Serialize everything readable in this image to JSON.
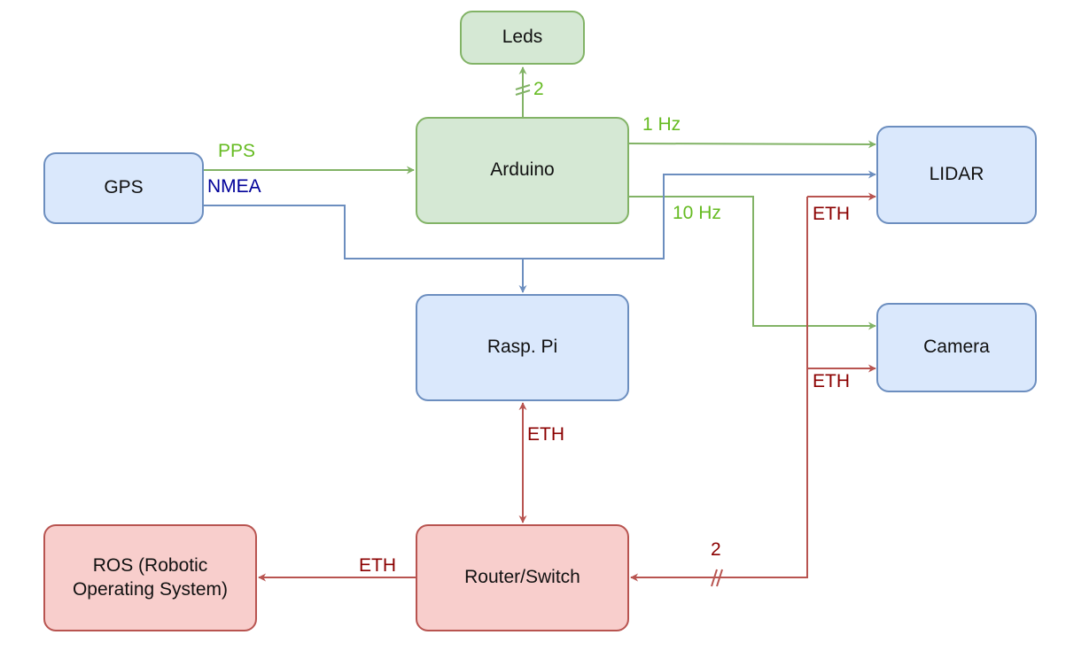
{
  "nodes": {
    "leds": "Leds",
    "arduino": "Arduino",
    "gps": "GPS",
    "lidar": "LIDAR",
    "rasp_pi": "Rasp. Pi",
    "camera": "Camera",
    "router": "Router/Switch",
    "ros": "ROS (Robotic\nOperating System)"
  },
  "edge_labels": {
    "leds_count": "2",
    "pps": "PPS",
    "nmea": "NMEA",
    "one_hz": "1 Hz",
    "ten_hz": "10 Hz",
    "eth_lidar": "ETH",
    "eth_camera": "ETH",
    "eth_pi": "ETH",
    "eth_ros": "ETH",
    "bus_count": "2"
  },
  "colors": {
    "blue_fill": "#dae8fc",
    "blue_stroke": "#6c8ebf",
    "green_fill": "#d5e8d4",
    "green_stroke": "#82b366",
    "red_fill": "#f8cecc",
    "red_stroke": "#b85450",
    "green_text": "#66bb22",
    "navy_text": "#000099",
    "red_text": "#8b0000"
  }
}
